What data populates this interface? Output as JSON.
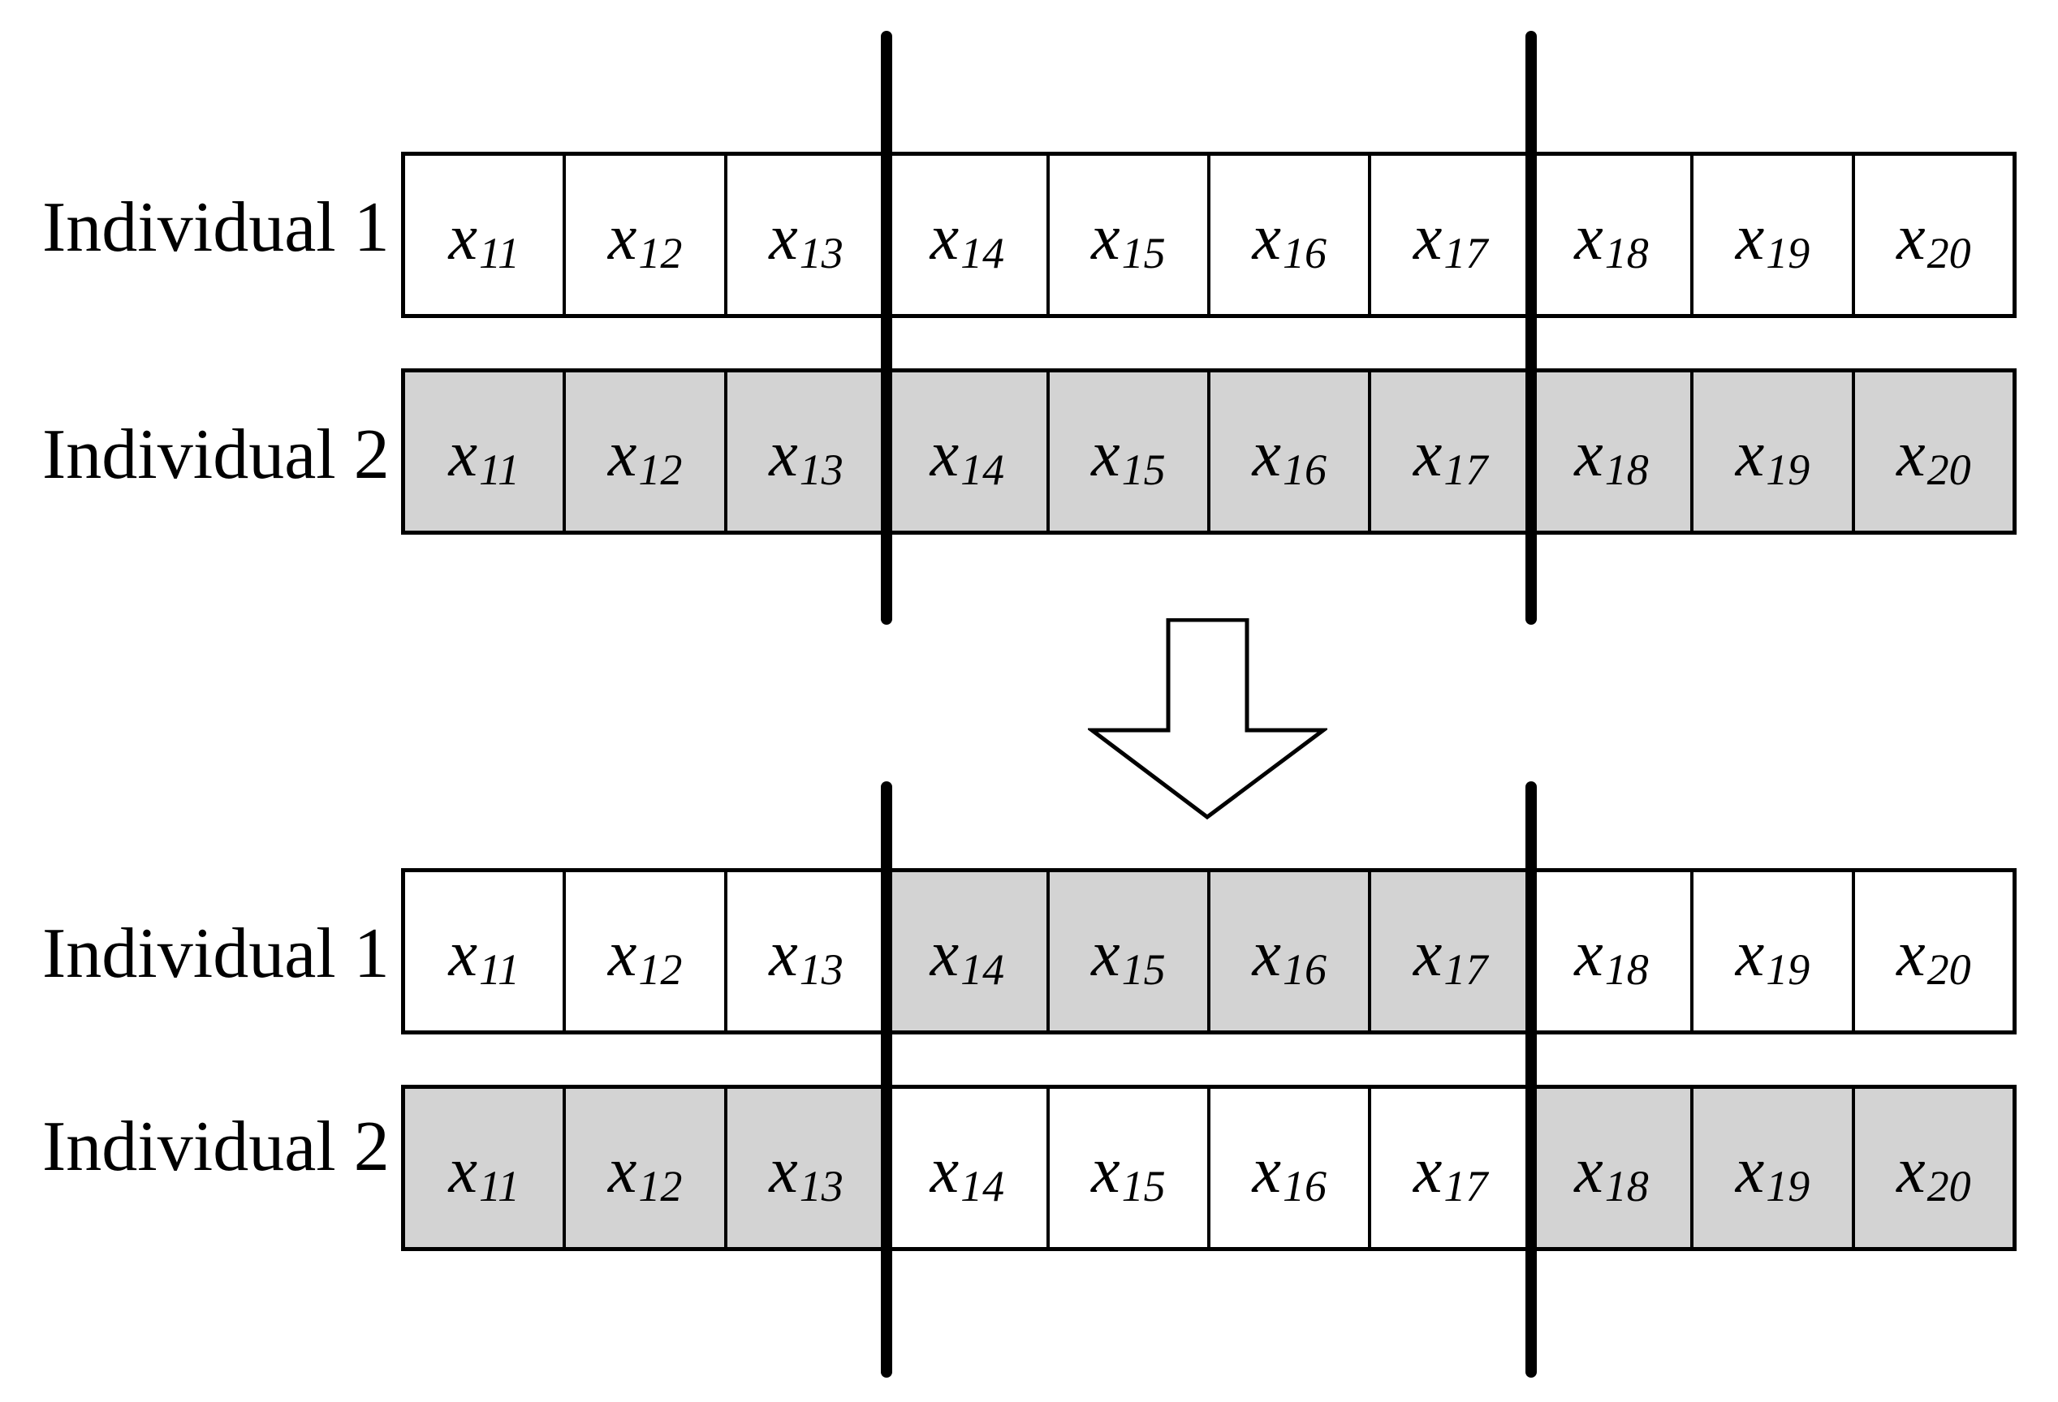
{
  "colors": {
    "unshaded": "#ffffff",
    "shaded": "#d3d3d3",
    "line": "#000000"
  },
  "before": {
    "rows": [
      {
        "label": "Individual 1",
        "shading": [
          false,
          false,
          false,
          false,
          false,
          false,
          false,
          false,
          false,
          false
        ]
      },
      {
        "label": "Individual 2",
        "shading": [
          true,
          true,
          true,
          true,
          true,
          true,
          true,
          true,
          true,
          true
        ]
      }
    ]
  },
  "after": {
    "rows": [
      {
        "label": "Individual 1",
        "shading": [
          false,
          false,
          false,
          true,
          true,
          true,
          true,
          false,
          false,
          false
        ]
      },
      {
        "label": "Individual 2",
        "shading": [
          true,
          true,
          true,
          false,
          false,
          false,
          false,
          true,
          true,
          true
        ]
      }
    ]
  },
  "genes": [
    {
      "base": "x",
      "sub": "11"
    },
    {
      "base": "x",
      "sub": "12"
    },
    {
      "base": "x",
      "sub": "13"
    },
    {
      "base": "x",
      "sub": "14"
    },
    {
      "base": "x",
      "sub": "15"
    },
    {
      "base": "x",
      "sub": "16"
    },
    {
      "base": "x",
      "sub": "17"
    },
    {
      "base": "x",
      "sub": "18"
    },
    {
      "base": "x",
      "sub": "19"
    },
    {
      "base": "x",
      "sub": "20"
    }
  ],
  "arrow_icon": "down-arrow-icon"
}
